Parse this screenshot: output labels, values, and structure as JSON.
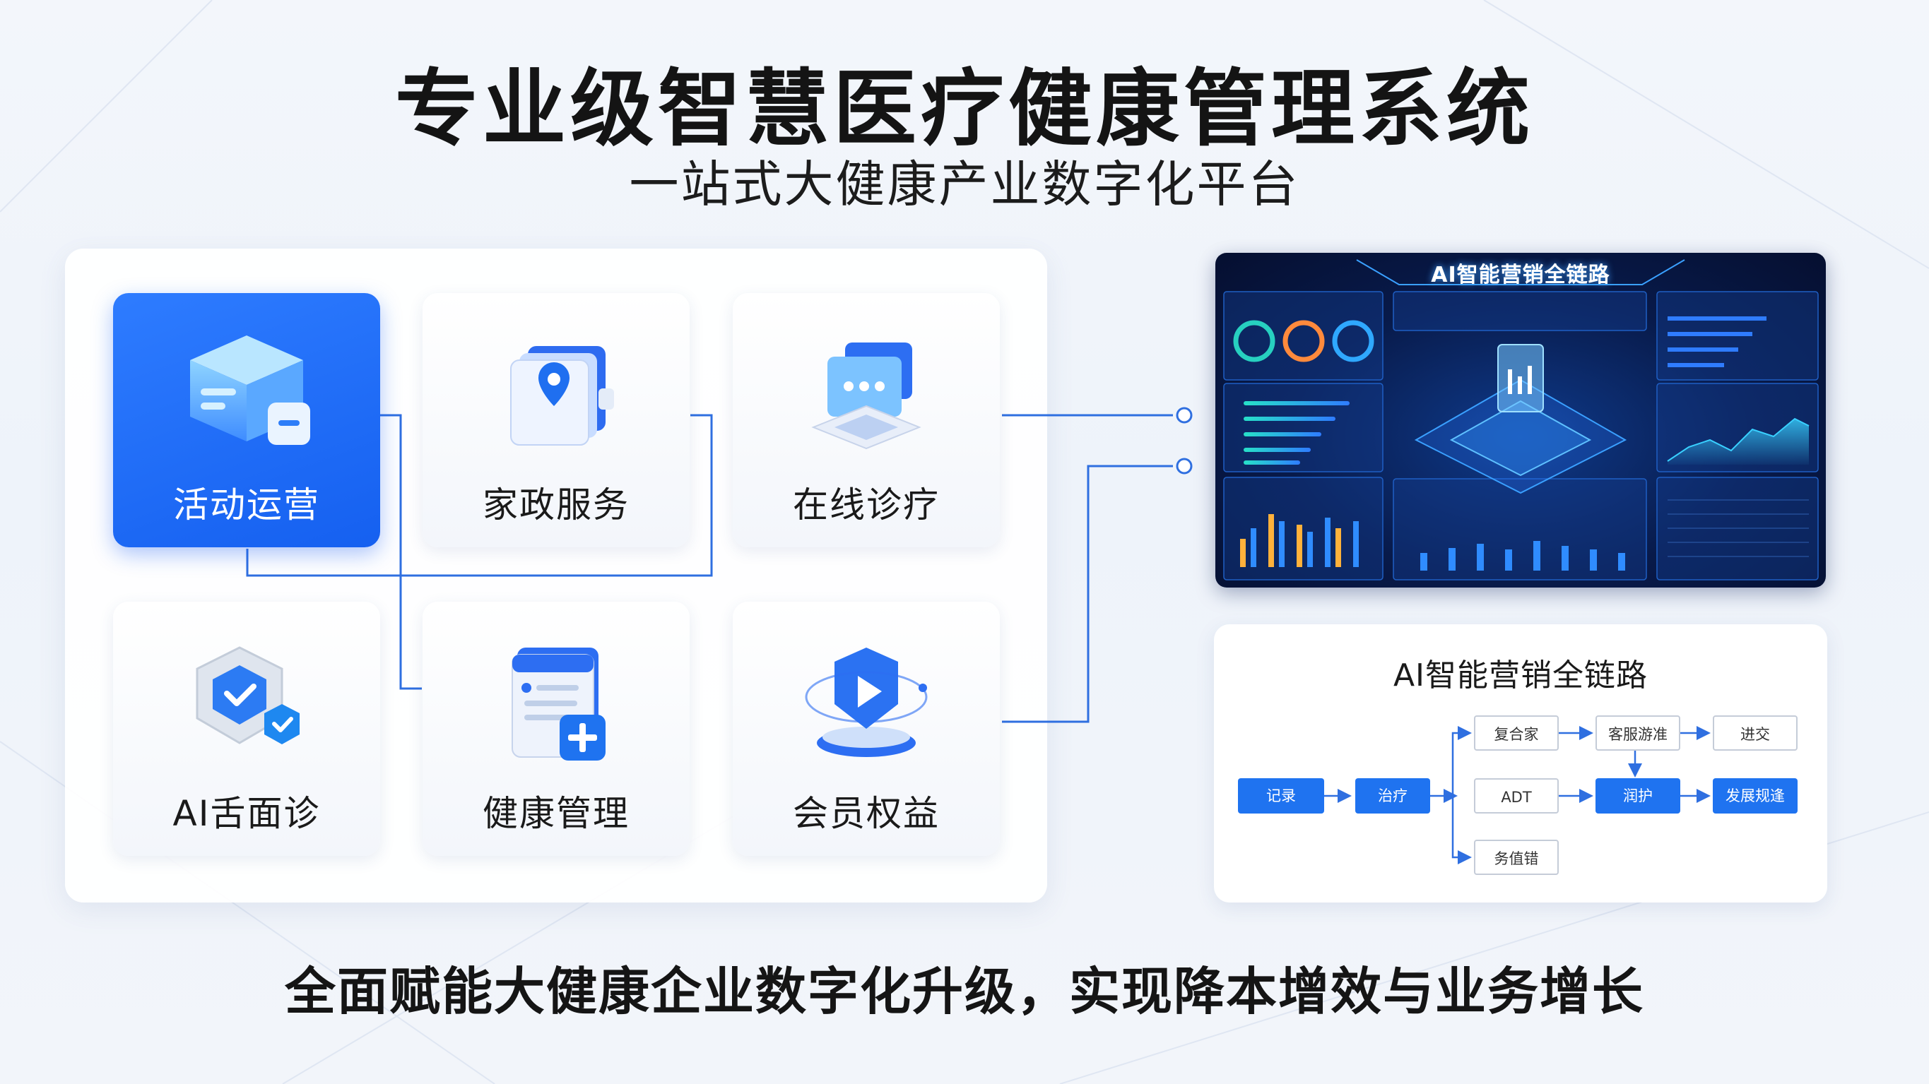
{
  "title": "专业级智慧医疗健康管理系统",
  "subtitle": "一站式大健康产业数字化平台",
  "footer": "全面赋能大健康企业数字化升级，实现降本增效与业务增长",
  "modules": [
    {
      "label": "活动运营",
      "icon": "box-icon",
      "active": true
    },
    {
      "label": "家政服务",
      "icon": "location-pin-icon",
      "active": false
    },
    {
      "label": "在线诊疗",
      "icon": "laptop-chat-icon",
      "active": false
    },
    {
      "label": "AI舌面诊",
      "icon": "shield-check-icon",
      "active": false
    },
    {
      "label": "健康管理",
      "icon": "document-plus-icon",
      "active": false
    },
    {
      "label": "会员权益",
      "icon": "play-badge-icon",
      "active": false
    }
  ],
  "dashboard": {
    "title": "AI智能营销全链路"
  },
  "flow": {
    "title": "AI智能营销全链路",
    "nodes": [
      "记录",
      "治疗",
      "ADT",
      "复合家",
      "客服游准",
      "进交",
      "润护",
      "发展规逢",
      "务值错"
    ]
  },
  "colors": {
    "accent": "#1f73f0",
    "connector": "#2f6fe0",
    "dashboard_bg": "#081a4a"
  }
}
